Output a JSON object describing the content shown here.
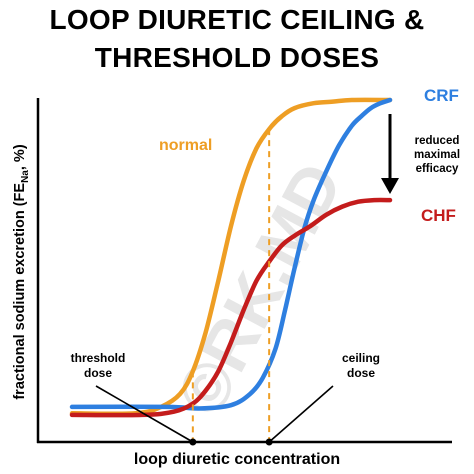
{
  "title_line1": "LOOP DIURETIC CEILING &",
  "title_line2": "THRESHOLD DOSES",
  "watermark": "©RK.MD",
  "chart_data": {
    "type": "line",
    "xlabel": "loop diuretic concentration",
    "ylabel": "fractional sodium excretion (FE",
    "ylabel_sub": "Na",
    "ylabel_tail": ", %)",
    "xlim": [
      0,
      100
    ],
    "ylim": [
      0,
      100
    ],
    "series": [
      {
        "name": "normal",
        "color": "#EE9E24",
        "x": [
          0,
          20,
          28,
          34,
          38,
          42,
          46,
          50,
          54,
          58,
          62,
          66,
          70,
          76,
          82,
          88,
          100
        ],
        "y": [
          3,
          3,
          5,
          9,
          16,
          28,
          44,
          61,
          75,
          85,
          91,
          95,
          97.5,
          99,
          99.5,
          100,
          100
        ]
      },
      {
        "name": "CRF",
        "color": "#2E7FE0",
        "x": [
          0,
          30,
          40,
          50,
          56,
          60,
          64,
          67,
          70,
          73,
          76,
          80,
          84,
          88,
          91,
          94,
          97,
          100
        ],
        "y": [
          5,
          5,
          4.5,
          5.5,
          9,
          14,
          23,
          35,
          48,
          60,
          69,
          78,
          86,
          92,
          95,
          97.5,
          99,
          100
        ]
      },
      {
        "name": "CHF",
        "color": "#C41C1C",
        "x": [
          0,
          22,
          32,
          38,
          42,
          46,
          50,
          54,
          58,
          62,
          66,
          70,
          75,
          80,
          85,
          90,
          95,
          100
        ],
        "y": [
          2.5,
          2.5,
          3.5,
          6,
          10,
          16,
          25,
          35,
          44,
          50,
          55,
          58,
          61,
          64.5,
          67,
          68.5,
          69,
          69
        ]
      }
    ],
    "annotations": [
      {
        "label": "threshold\ndose",
        "x": 38
      },
      {
        "label": "ceiling\ndose",
        "x": 62
      }
    ],
    "arrow_label": "reduced\nmaximal\nefficacy",
    "grid": false
  }
}
